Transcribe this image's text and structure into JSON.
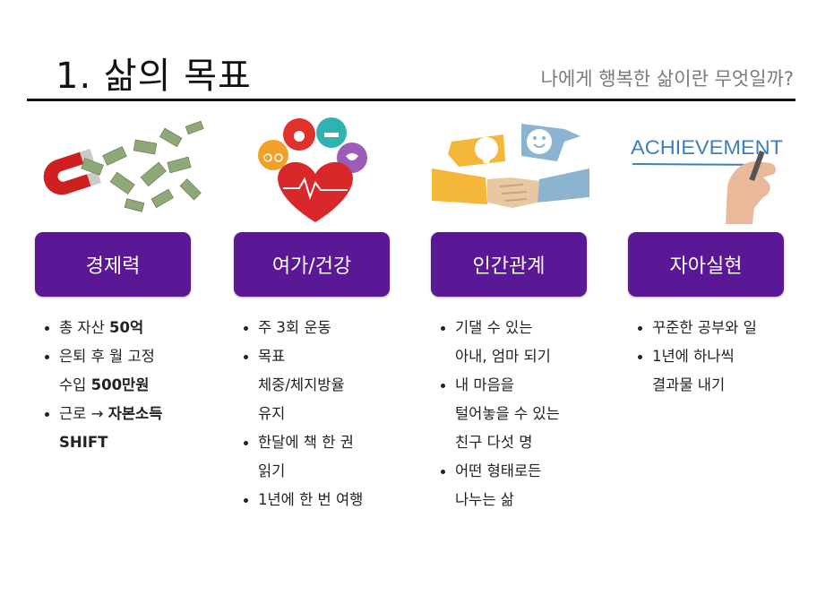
{
  "title": "1. 삶의 목표",
  "subtitle": "나에게 행복한 삶이란 무엇일까?",
  "columns": [
    {
      "image_icon": "magnet-attracting-money-icon",
      "label": "경제력",
      "bullets": [
        {
          "parts": [
            {
              "t": "총 자산 ",
              "b": false
            },
            {
              "t": "50억",
              "b": true
            }
          ]
        },
        {
          "parts": [
            {
              "t": "은퇴 후 월 고정",
              "b": false
            }
          ],
          "cont": [
            {
              "parts": [
                {
                  "t": "수입 ",
                  "b": false
                },
                {
                  "t": "500만원",
                  "b": true
                }
              ]
            }
          ]
        },
        {
          "parts": [
            {
              "t": "근로 → ",
              "b": false
            },
            {
              "t": "자본소득",
              "b": true
            }
          ],
          "cont": [
            {
              "parts": [
                {
                  "t": "SHIFT",
                  "b": true
                }
              ]
            }
          ]
        }
      ]
    },
    {
      "image_icon": "health-leisure-heart-icon",
      "label": "여가/건강",
      "bullets": [
        {
          "parts": [
            {
              "t": "주 3회 운동",
              "b": false
            }
          ]
        },
        {
          "parts": [
            {
              "t": "목표",
              "b": false
            }
          ],
          "cont": [
            {
              "parts": [
                {
                  "t": "체중/체지방율",
                  "b": false
                }
              ]
            },
            {
              "parts": [
                {
                  "t": "유지",
                  "b": false
                }
              ]
            }
          ]
        },
        {
          "parts": [
            {
              "t": "한달에 책 한 권",
              "b": false
            }
          ],
          "cont": [
            {
              "parts": [
                {
                  "t": "읽기",
                  "b": false
                }
              ]
            }
          ]
        },
        {
          "parts": [
            {
              "t": "1년에 한 번 여행",
              "b": false
            }
          ]
        }
      ]
    },
    {
      "image_icon": "handshake-relationship-icon",
      "label": "인간관계",
      "bullets": [
        {
          "parts": [
            {
              "t": "기댈 수 있는",
              "b": false
            }
          ],
          "cont": [
            {
              "parts": [
                {
                  "t": "아내, 엄마 되기",
                  "b": false
                }
              ]
            }
          ]
        },
        {
          "parts": [
            {
              "t": "내 마음을",
              "b": false
            }
          ],
          "cont": [
            {
              "parts": [
                {
                  "t": "털어놓을 수 있는",
                  "b": false
                }
              ]
            },
            {
              "parts": [
                {
                  "t": "친구 다섯 명",
                  "b": false
                }
              ]
            }
          ]
        },
        {
          "parts": [
            {
              "t": "어떤 형태로든",
              "b": false
            }
          ],
          "cont": [
            {
              "parts": [
                {
                  "t": "나누는 삶",
                  "b": false
                }
              ]
            }
          ]
        }
      ]
    },
    {
      "image_icon": "achievement-writing-hand-icon",
      "image_text": "ACHIEVEMENT",
      "label": "자아실현",
      "bullets": [
        {
          "parts": [
            {
              "t": "꾸준한 공부와 일",
              "b": false
            }
          ]
        },
        {
          "parts": [
            {
              "t": "1년에 하나씩",
              "b": false
            }
          ],
          "cont": [
            {
              "parts": [
                {
                  "t": "결과물 내기",
                  "b": false
                }
              ]
            }
          ]
        }
      ]
    }
  ],
  "colors": {
    "label_bg": "#5b1896",
    "label_text": "#ffffff",
    "rule": "#111111",
    "subtitle": "#7a7a7a"
  }
}
